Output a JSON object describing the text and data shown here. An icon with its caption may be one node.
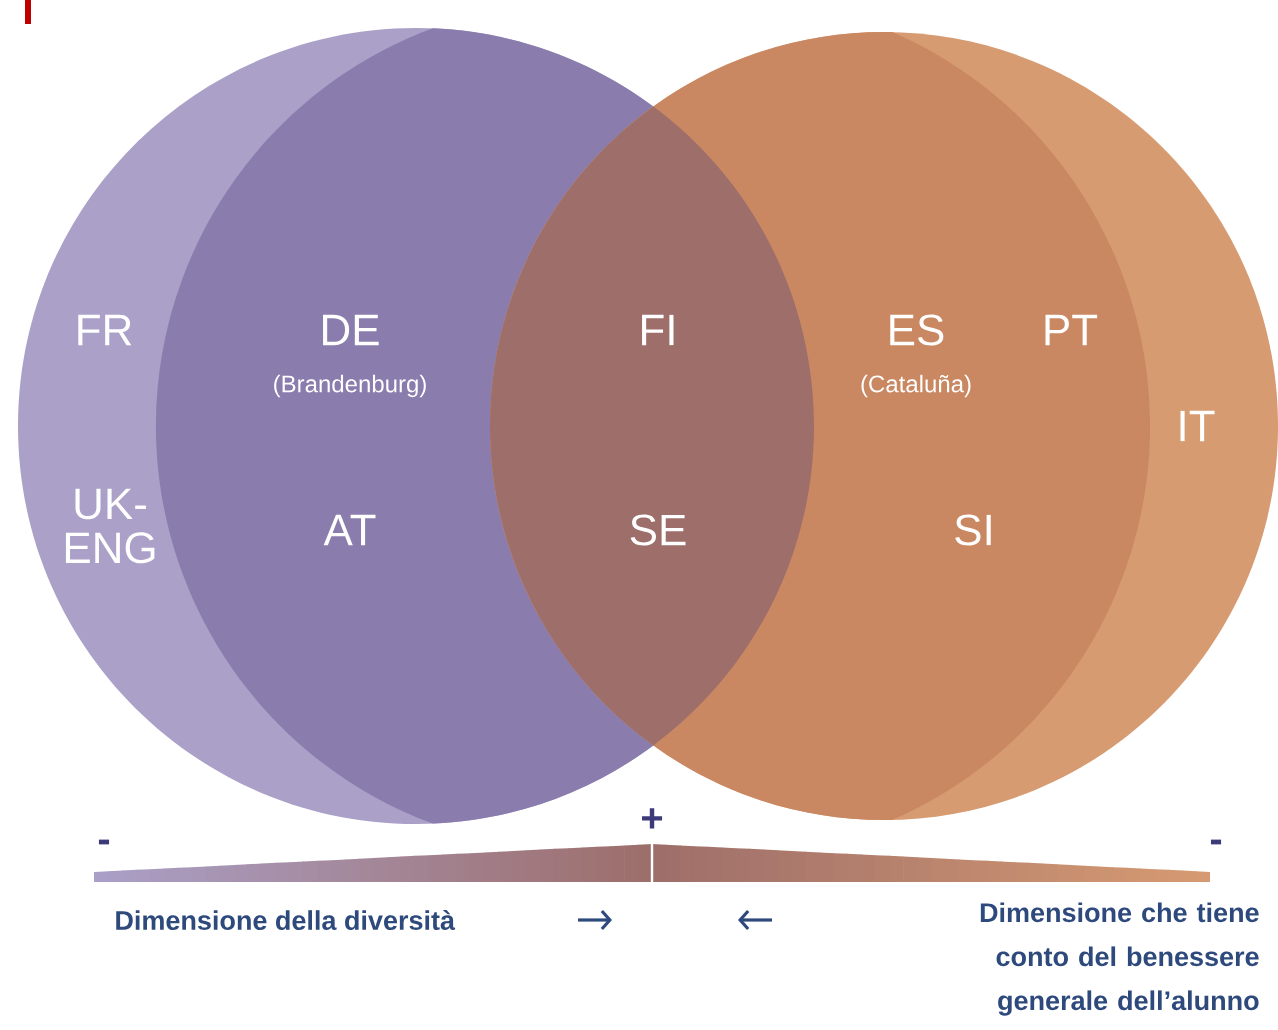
{
  "diagram": {
    "nodes": [
      {
        "text": [
          "FR",
          "UK-ENG"
        ]
      },
      {
        "text": [
          "DE",
          "(Brandenburg)",
          "AT"
        ],
        "in": 0
      },
      {
        "text": [
          "FI",
          "SE"
        ]
      },
      {
        "text": [
          "IT"
        ]
      },
      {
        "text": [
          "ES",
          "(Cataluña)",
          "PT",
          "SI"
        ],
        "in": 3
      }
    ],
    "labels": [
      "-",
      "+",
      "-",
      "Dimensione della diversità",
      "Dimensione che tiene conto del benessere generale dell’alunno"
    ]
  }
}
